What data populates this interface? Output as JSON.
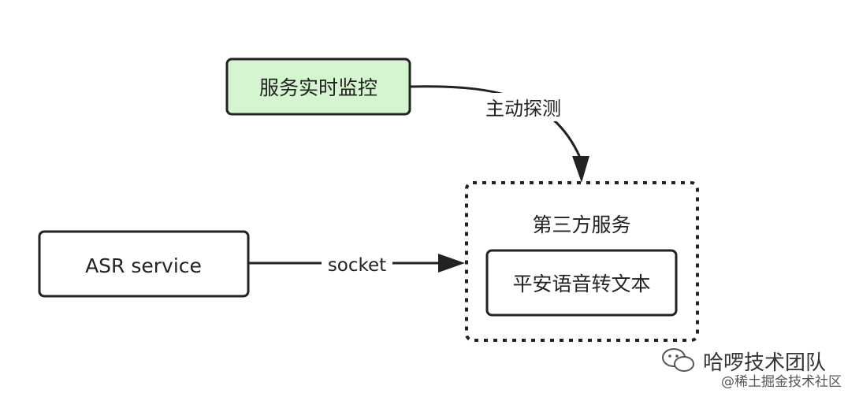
{
  "nodes": {
    "monitor": {
      "label": "服务实时监控",
      "fill": "#d4f5cf"
    },
    "asr": {
      "label": "ASR service"
    },
    "third_party": {
      "label": "第三方服务"
    },
    "pingan": {
      "label": "平安语音转文本"
    }
  },
  "edges": {
    "probe": {
      "label": "主动探测"
    },
    "socket": {
      "label": "socket"
    }
  },
  "watermark": {
    "team": "哈啰技术团队",
    "community": "@稀土掘金技术社区"
  },
  "colors": {
    "stroke": "#222222",
    "text": "#222222",
    "monitor_fill": "#d4f5cf"
  }
}
